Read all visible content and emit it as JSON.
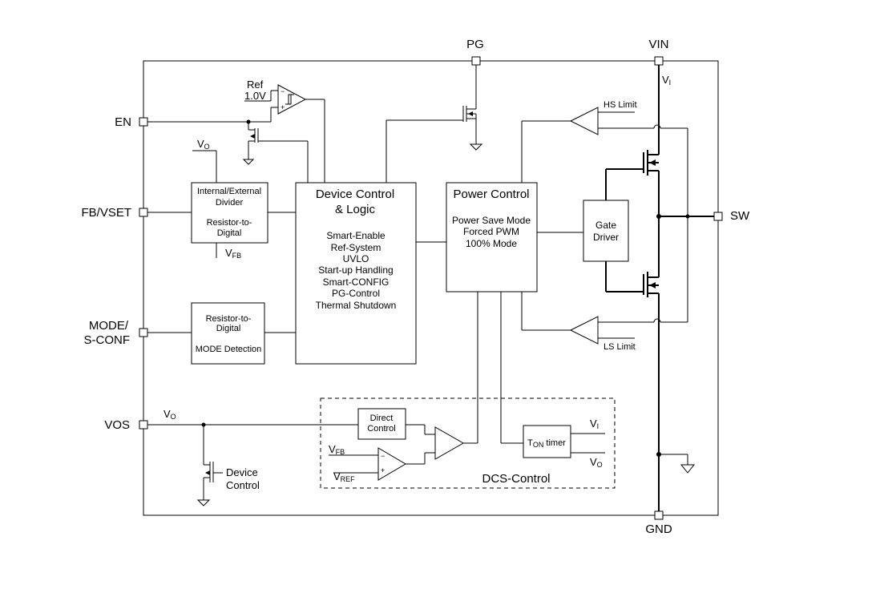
{
  "pins": {
    "pg": "PG",
    "vin": "VIN",
    "en": "EN",
    "fb_vset": "FB/VSET",
    "mode_line1": "MODE/",
    "mode_line2": "S-CONF",
    "vos": "VOS",
    "sw": "SW",
    "gnd": "GND"
  },
  "signals": {
    "ref": "Ref",
    "ref_value": "1.0V",
    "vi_main": "V",
    "vi_sub": "I",
    "vo_top": "V",
    "vo_top_sub": "O",
    "vfb_main": "V",
    "vfb_sub": "FB",
    "vos_vo": "V",
    "vos_vo_sub": "O",
    "hs_limit": "HS Limit",
    "ls_limit": "LS Limit",
    "dcs_vfb": "V",
    "dcs_vfb_sub": "FB",
    "dcs_vref": "V",
    "dcs_vref_sub": "REF",
    "ton_vi": "V",
    "ton_vi_sub": "I",
    "ton_vo": "V",
    "ton_vo_sub": "O",
    "comp_minus": "−",
    "comp_plus": "+"
  },
  "blocks": {
    "divider": {
      "line1": "Internal/External",
      "line2": "Divider",
      "line3": "Resistor-to-",
      "line4": "Digital"
    },
    "mode_detect": {
      "line1": "Resistor-to-",
      "line2": "Digital",
      "line3": "MODE Detection"
    },
    "device_control": {
      "title1": "Device Control",
      "title2": "& Logic",
      "items": [
        "Smart-Enable",
        "Ref-System",
        "UVLO",
        "Start-up Handling",
        "Smart-CONFIG",
        "PG-Control",
        "Thermal Shutdown"
      ]
    },
    "power_control": {
      "title": "Power Control",
      "items": [
        "Power Save Mode",
        "Forced PWM",
        "100% Mode"
      ]
    },
    "gate_driver": {
      "line1": "Gate",
      "line2": "Driver"
    },
    "direct_control": {
      "line1": "Direct",
      "line2": "Control"
    },
    "ton_timer": {
      "main": "T",
      "sub": "ON",
      "rest": " timer"
    },
    "dcs_label": "DCS-Control",
    "device_ctrl_fet": {
      "line1": "Device",
      "line2": "Control"
    }
  }
}
